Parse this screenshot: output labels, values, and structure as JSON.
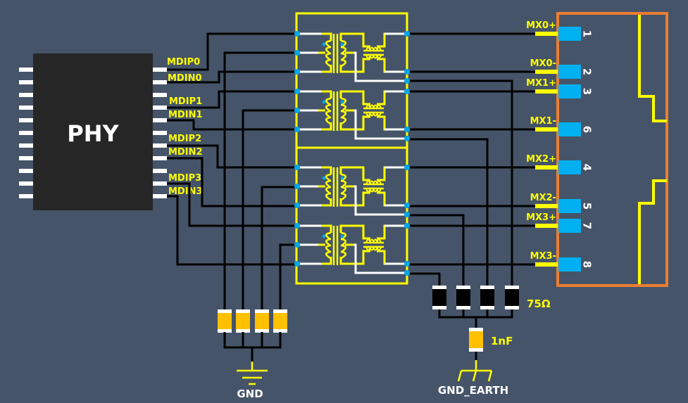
{
  "colors": {
    "background": "#465469",
    "phy_body": "#262626",
    "pin": "#ffffff",
    "wire": "#000000",
    "magnetics": "#ffff00",
    "pad_dot": "#00a8e8",
    "connector_outline": "#ed7d31",
    "connector_pad": "#00b0f0",
    "cap_fill": "#ffc000",
    "resistor_fill": "#000000",
    "label": "#ffff00",
    "ground_label": "#ffffff"
  },
  "phy": {
    "title": "PHY",
    "signals": [
      "MDIP0",
      "MDIN0",
      "MDIP1",
      "MDIN1",
      "MDIP2",
      "MDIN2",
      "MDIP3",
      "MDIN3"
    ]
  },
  "connector": {
    "pins": [
      {
        "signal": "MX0+",
        "number": "1"
      },
      {
        "signal": "MX0-",
        "number": "2"
      },
      {
        "signal": "MX1+",
        "number": "3"
      },
      {
        "signal": "MX1-",
        "number": "6"
      },
      {
        "signal": "MX2+",
        "number": "4"
      },
      {
        "signal": "MX2-",
        "number": "5"
      },
      {
        "signal": "MX3+",
        "number": "7"
      },
      {
        "signal": "MX3-",
        "number": "8"
      }
    ]
  },
  "components": {
    "termination_resistor_value": "75Ω",
    "bob_smith_cap_value": "1nF",
    "gnd_label": "GND",
    "earth_label": "GND_EARTH"
  }
}
